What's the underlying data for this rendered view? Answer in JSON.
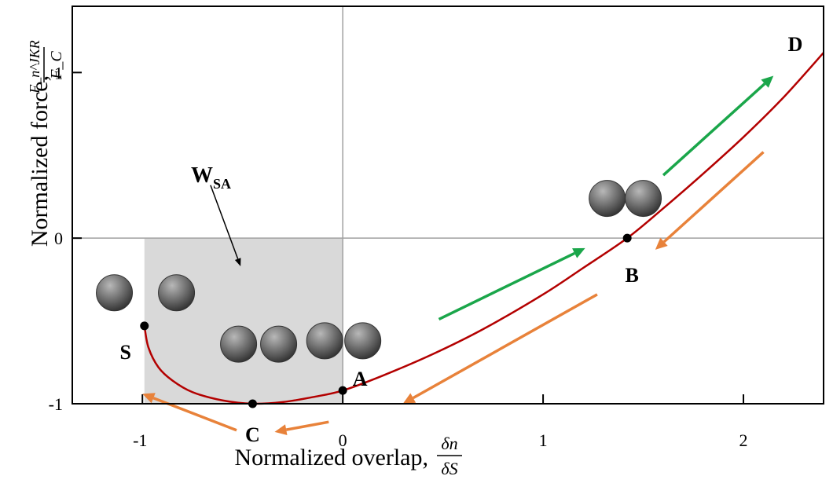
{
  "chart_data": {
    "type": "line",
    "xlabel": "Normalized overlap,",
    "xlabel_fraction": {
      "numerator": "δn",
      "denominator": "δS"
    },
    "ylabel": "Normalized force,",
    "ylabel_fraction": {
      "numerator": "F_n^JKR",
      "denominator": "F_C"
    },
    "xlim": [
      -1.35,
      2.4
    ],
    "ylim": [
      -1.0,
      1.4
    ],
    "xticks": [
      "-1",
      "0",
      "1",
      "2"
    ],
    "yticks": [
      "-1",
      "0",
      "1"
    ],
    "grid": "crosshair at x=0 and y=0",
    "series": [
      {
        "color": "#b30000",
        "x": [
          -0.99,
          -0.97,
          -0.92,
          -0.85,
          -0.75,
          -0.6,
          -0.45,
          -0.3,
          -0.15,
          0.0,
          0.2,
          0.45,
          0.7,
          1.0,
          1.2,
          1.42,
          1.6,
          1.8,
          2.0,
          2.2,
          2.4
        ],
        "y": [
          -0.53,
          -0.66,
          -0.78,
          -0.86,
          -0.93,
          -0.98,
          -1.0,
          -0.99,
          -0.96,
          -0.92,
          -0.83,
          -0.7,
          -0.55,
          -0.34,
          -0.18,
          0.0,
          0.18,
          0.39,
          0.61,
          0.85,
          1.12
        ]
      }
    ],
    "shaded_region": {
      "label": "W",
      "label_subscript": "SA",
      "x": [
        -0.99,
        0.0
      ],
      "y": [
        -1.0,
        0.0
      ],
      "color": "#d9d9d9"
    },
    "points": [
      {
        "name": "S",
        "x": -0.99,
        "y": -0.53
      },
      {
        "name": "A",
        "x": 0.0,
        "y": -0.92
      },
      {
        "name": "B",
        "x": 1.42,
        "y": 0.0
      },
      {
        "name": "C",
        "x": -0.45,
        "y": -1.0
      },
      {
        "name": "D",
        "x": 2.4,
        "y": 1.12
      }
    ],
    "arrows": [
      {
        "color": "#1aa64a",
        "from": [
          0.48,
          -0.49
        ],
        "to": [
          1.21,
          -0.06
        ]
      },
      {
        "color": "#1aa64a",
        "from": [
          1.6,
          0.38
        ],
        "to": [
          2.15,
          0.98
        ]
      },
      {
        "color": "#e8823a",
        "from": [
          2.1,
          0.52
        ],
        "to": [
          1.56,
          -0.07
        ]
      },
      {
        "color": "#e8823a",
        "from": [
          1.27,
          -0.34
        ],
        "to": [
          0.3,
          -1.0
        ]
      },
      {
        "color": "#e8823a",
        "from": [
          -0.07,
          -1.11
        ],
        "to": [
          -0.34,
          -1.17
        ]
      },
      {
        "color": "#e8823a",
        "from": [
          -0.53,
          -1.16
        ],
        "to": [
          -1.0,
          -0.94
        ]
      },
      {
        "color": "#000000",
        "from": [
          -0.66,
          0.32
        ],
        "to": [
          -0.51,
          -0.17
        ]
      }
    ],
    "particles": [
      {
        "x": -1.14,
        "y": -0.33
      },
      {
        "x": -0.83,
        "y": -0.33
      },
      {
        "x": -0.52,
        "y": -0.64
      },
      {
        "x": -0.32,
        "y": -0.64
      },
      {
        "x": -0.09,
        "y": -0.62
      },
      {
        "x": 0.1,
        "y": -0.62
      },
      {
        "x": 1.32,
        "y": 0.24
      },
      {
        "x": 1.5,
        "y": 0.24
      }
    ],
    "colors": {
      "curve": "#b30000",
      "loading_arrow": "#1aa64a",
      "unloading_arrow": "#e8823a",
      "shade": "#d9d9d9",
      "grid": "#a0a0a0"
    }
  }
}
